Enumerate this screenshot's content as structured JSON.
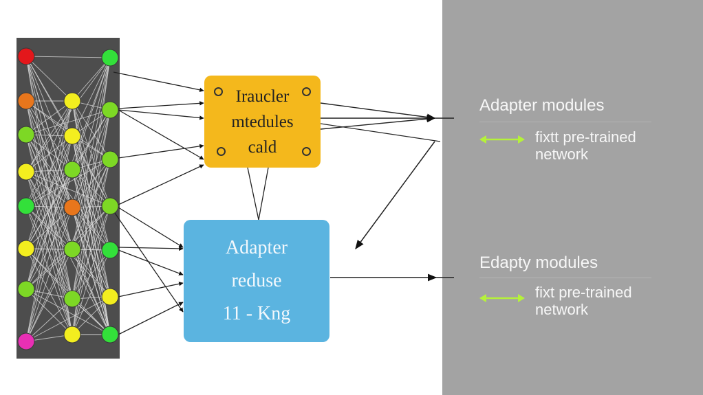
{
  "boxes": {
    "top": {
      "lines": [
        "Iraucler",
        "mtedules",
        "cald"
      ],
      "color": "#f4b81c"
    },
    "bottom": {
      "lines": [
        "Adapter",
        "reduse",
        "11 - Kng"
      ],
      "color": "#5bb4e0"
    }
  },
  "legend": [
    {
      "title": "Adapter modules",
      "text_line1": "fixtt pre-trained",
      "text_line2": "network",
      "icon": "double-arrow-icon"
    },
    {
      "title": "Edapty modules",
      "text_line1": "fixt pre-trained",
      "text_line2": "network",
      "icon": "double-arrow-icon"
    }
  ],
  "network": {
    "node_colors": [
      "#e3171b",
      "#33e03a",
      "#e8761c",
      "#f3ee1f",
      "#7dd825",
      "#e82fb4"
    ],
    "nodes": [
      {
        "col": 0,
        "row": 0,
        "color": "#e3171b"
      },
      {
        "col": 0,
        "row": 1,
        "color": "#e8761c"
      },
      {
        "col": 0,
        "row": 2,
        "color": "#7dd825"
      },
      {
        "col": 0,
        "row": 3,
        "color": "#f3ee1f"
      },
      {
        "col": 0,
        "row": 4,
        "color": "#33e03a"
      },
      {
        "col": 0,
        "row": 5,
        "color": "#f3ee1f"
      },
      {
        "col": 0,
        "row": 6,
        "color": "#7dd825"
      },
      {
        "col": 0,
        "row": 7,
        "color": "#e82fb4"
      },
      {
        "col": 1,
        "row": 1,
        "color": "#f3ee1f"
      },
      {
        "col": 1,
        "row": 2,
        "color": "#f3ee1f"
      },
      {
        "col": 1,
        "row": 3,
        "color": "#7dd825"
      },
      {
        "col": 1,
        "row": 4,
        "color": "#e8761c"
      },
      {
        "col": 1,
        "row": 5,
        "color": "#7dd825"
      },
      {
        "col": 1,
        "row": 6,
        "color": "#7dd825"
      },
      {
        "col": 1,
        "row": 7,
        "color": "#f3ee1f"
      },
      {
        "col": 2,
        "row": 0,
        "color": "#33e03a"
      },
      {
        "col": 2,
        "row": 1,
        "color": "#7dd825"
      },
      {
        "col": 2,
        "row": 2,
        "color": "#7dd825"
      },
      {
        "col": 2,
        "row": 3,
        "color": "#7dd825"
      },
      {
        "col": 2,
        "row": 4,
        "color": "#33e03a"
      },
      {
        "col": 2,
        "row": 5,
        "color": "#f3ee1f"
      },
      {
        "col": 2,
        "row": 6,
        "color": "#7dd825"
      },
      {
        "col": 2,
        "row": 7,
        "color": "#33e03a"
      }
    ]
  },
  "colors": {
    "panel_dark": "#4d4d4d",
    "panel_right": "#a3a3a3",
    "legend_arrow": "#b5f23a"
  }
}
